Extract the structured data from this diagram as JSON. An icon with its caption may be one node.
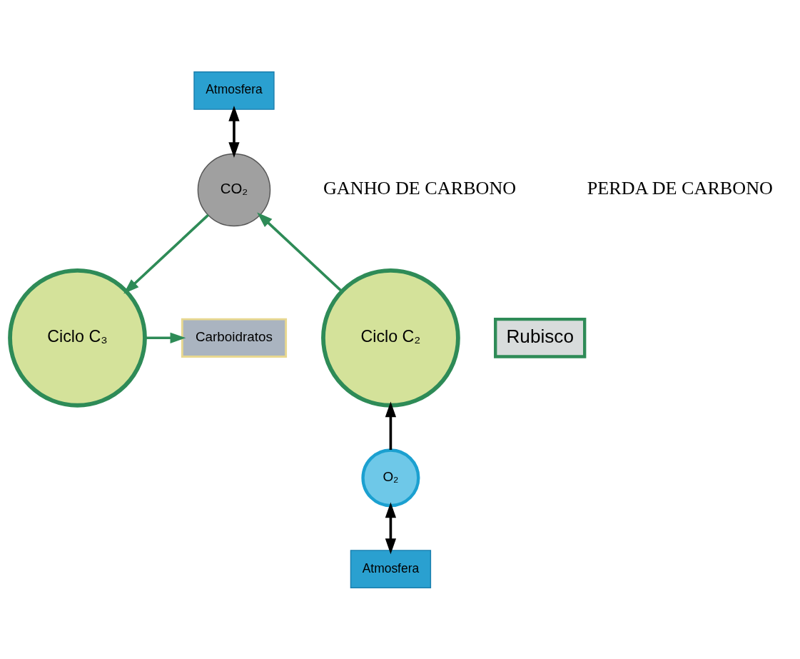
{
  "diagram": {
    "nodes": [
      {
        "text": [
          "Atmosfera"
        ]
      },
      {
        "text": [
          "CO₂"
        ]
      },
      {
        "text": [
          "Ciclo C₃"
        ]
      },
      {
        "text": [
          "Rubisco"
        ]
      },
      {
        "text": [
          "Ciclo C₂"
        ]
      },
      {
        "text": [
          "Carboidratos"
        ]
      },
      {
        "text": [
          "O₂"
        ]
      },
      {
        "text": [
          "Atmosfera"
        ]
      }
    ],
    "edges": [
      {
        "from": 0,
        "to": 1,
        "arrow": "both"
      },
      {
        "from": 1,
        "to": 2,
        "arrow": "to",
        "color": "#2e8b57"
      },
      {
        "from": 4,
        "to": 1,
        "arrow": "to",
        "color": "#2e8b57"
      },
      {
        "from": 2,
        "to": 5,
        "arrow": "to",
        "color": "#2e8b57"
      },
      {
        "from": 6,
        "to": 4,
        "arrow": "to"
      },
      {
        "from": 6,
        "to": 7,
        "arrow": "both"
      }
    ],
    "labels": [
      "GANHO DE CARBONO",
      "PERDA DE CARBONO"
    ]
  }
}
